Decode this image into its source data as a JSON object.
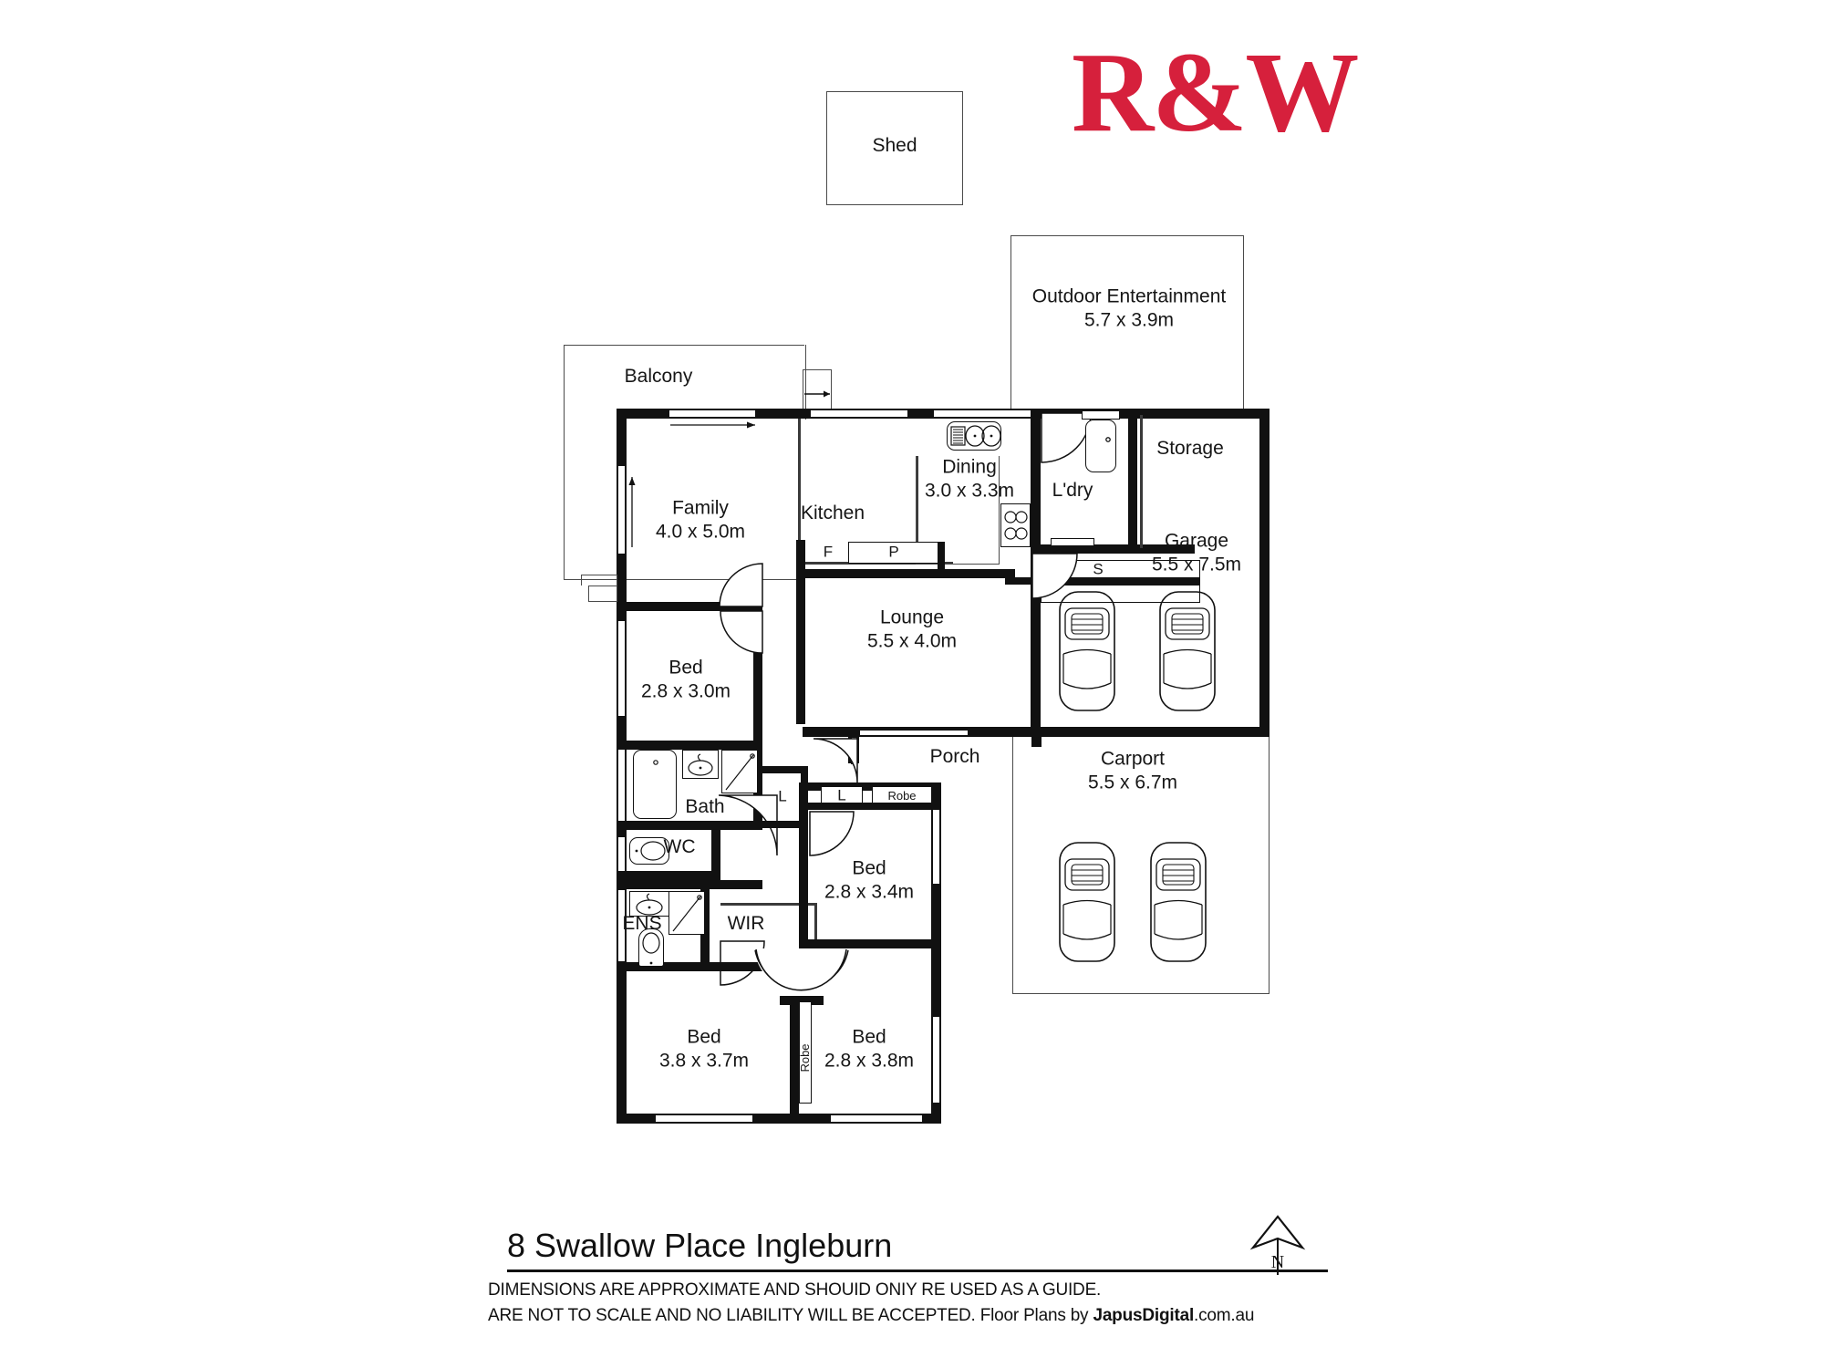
{
  "brand": {
    "logo_text": "R&W",
    "logo_color": "#d6203c"
  },
  "footer": {
    "address": "8 Swallow Place Ingleburn",
    "disclaimer_line1": "DIMENSIONS ARE APPROXIMATE AND SHOUID ONIY RE USED AS A GUIDE.",
    "disclaimer_line2_prefix": "ARE NOT TO SCALE AND NO LIABILITY WILL BE ACCEPTED. Floor Plans by ",
    "disclaimer_brand": "JapusDigital",
    "disclaimer_line2_suffix": ".com.au",
    "compass_label": "N"
  },
  "rooms": {
    "shed": {
      "name": "Shed",
      "dim": ""
    },
    "outdoor": {
      "name": "Outdoor Entertainment",
      "dim": "5.7 x 3.9m"
    },
    "balcony": {
      "name": "Balcony",
      "dim": ""
    },
    "family": {
      "name": "Family",
      "dim": "4.0 x 5.0m"
    },
    "kitchen": {
      "name": "Kitchen",
      "dim": ""
    },
    "dining": {
      "name": "Dining",
      "dim": "3.0 x 3.3m"
    },
    "ldry": {
      "name": "L'dry",
      "dim": ""
    },
    "storage": {
      "name": "Storage",
      "dim": ""
    },
    "garage": {
      "name": "Garage",
      "dim": "5.5 x 7.5m"
    },
    "lounge": {
      "name": "Lounge",
      "dim": "5.5 x 4.0m"
    },
    "bed1": {
      "name": "Bed",
      "dim": "2.8 x 3.0m"
    },
    "bath": {
      "name": "Bath",
      "dim": ""
    },
    "wc": {
      "name": "WC",
      "dim": ""
    },
    "ens": {
      "name": "ENS",
      "dim": ""
    },
    "wir": {
      "name": "WIR",
      "dim": ""
    },
    "porch": {
      "name": "Porch",
      "dim": ""
    },
    "carport": {
      "name": "Carport",
      "dim": "5.5 x 6.7m"
    },
    "bed2": {
      "name": "Bed",
      "dim": "2.8 x 3.4m"
    },
    "bed3": {
      "name": "Bed",
      "dim": "3.8 x 3.7m"
    },
    "bed4": {
      "name": "Bed",
      "dim": "2.8 x 3.8m"
    }
  },
  "markers": {
    "fridge": "F",
    "pantry": "P",
    "shelf": "S",
    "linen_1": "L",
    "linen_2": "L",
    "robe_1": "Robe",
    "robe_2": "Robe"
  }
}
